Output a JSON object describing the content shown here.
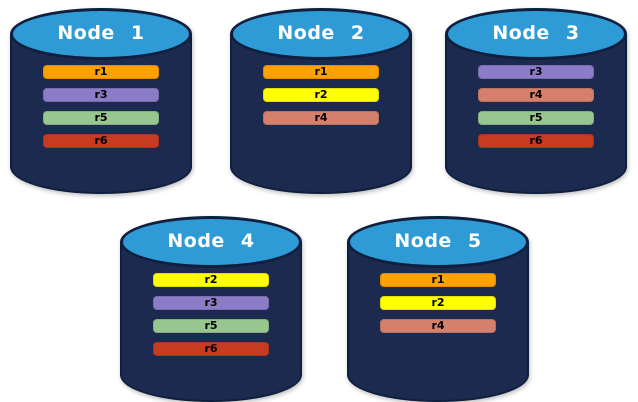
{
  "diagram": {
    "type": "database-replica-distribution",
    "node_count": 5,
    "replica_ids": [
      "r1",
      "r2",
      "r3",
      "r4",
      "r5",
      "r6"
    ]
  },
  "colors": {
    "background": "#FFFFFF",
    "cylinder_body": "#1B2A4E",
    "cylinder_outline": "#0F1F3E",
    "cylinder_top": "#2E9AD6",
    "title_text": "#FFFFFF",
    "bar_text": "#000000"
  },
  "replica_colors": {
    "r1": "#FFA200",
    "r2": "#FFFF00",
    "r3": "#8B7CC8",
    "r4": "#D4806D",
    "r5": "#97C78F",
    "r6": "#C63B21"
  },
  "nodes": [
    {
      "label": "Node 1",
      "replicas": [
        "r1",
        "r3",
        "r5",
        "r6"
      ]
    },
    {
      "label": "Node 2",
      "replicas": [
        "r1",
        "r2",
        "r4"
      ]
    },
    {
      "label": "Node 3",
      "replicas": [
        "r3",
        "r4",
        "r5",
        "r6"
      ]
    },
    {
      "label": "Node 4",
      "replicas": [
        "r2",
        "r3",
        "r5",
        "r6"
      ]
    },
    {
      "label": "Node 5",
      "replicas": [
        "r1",
        "r2",
        "r4"
      ]
    }
  ]
}
